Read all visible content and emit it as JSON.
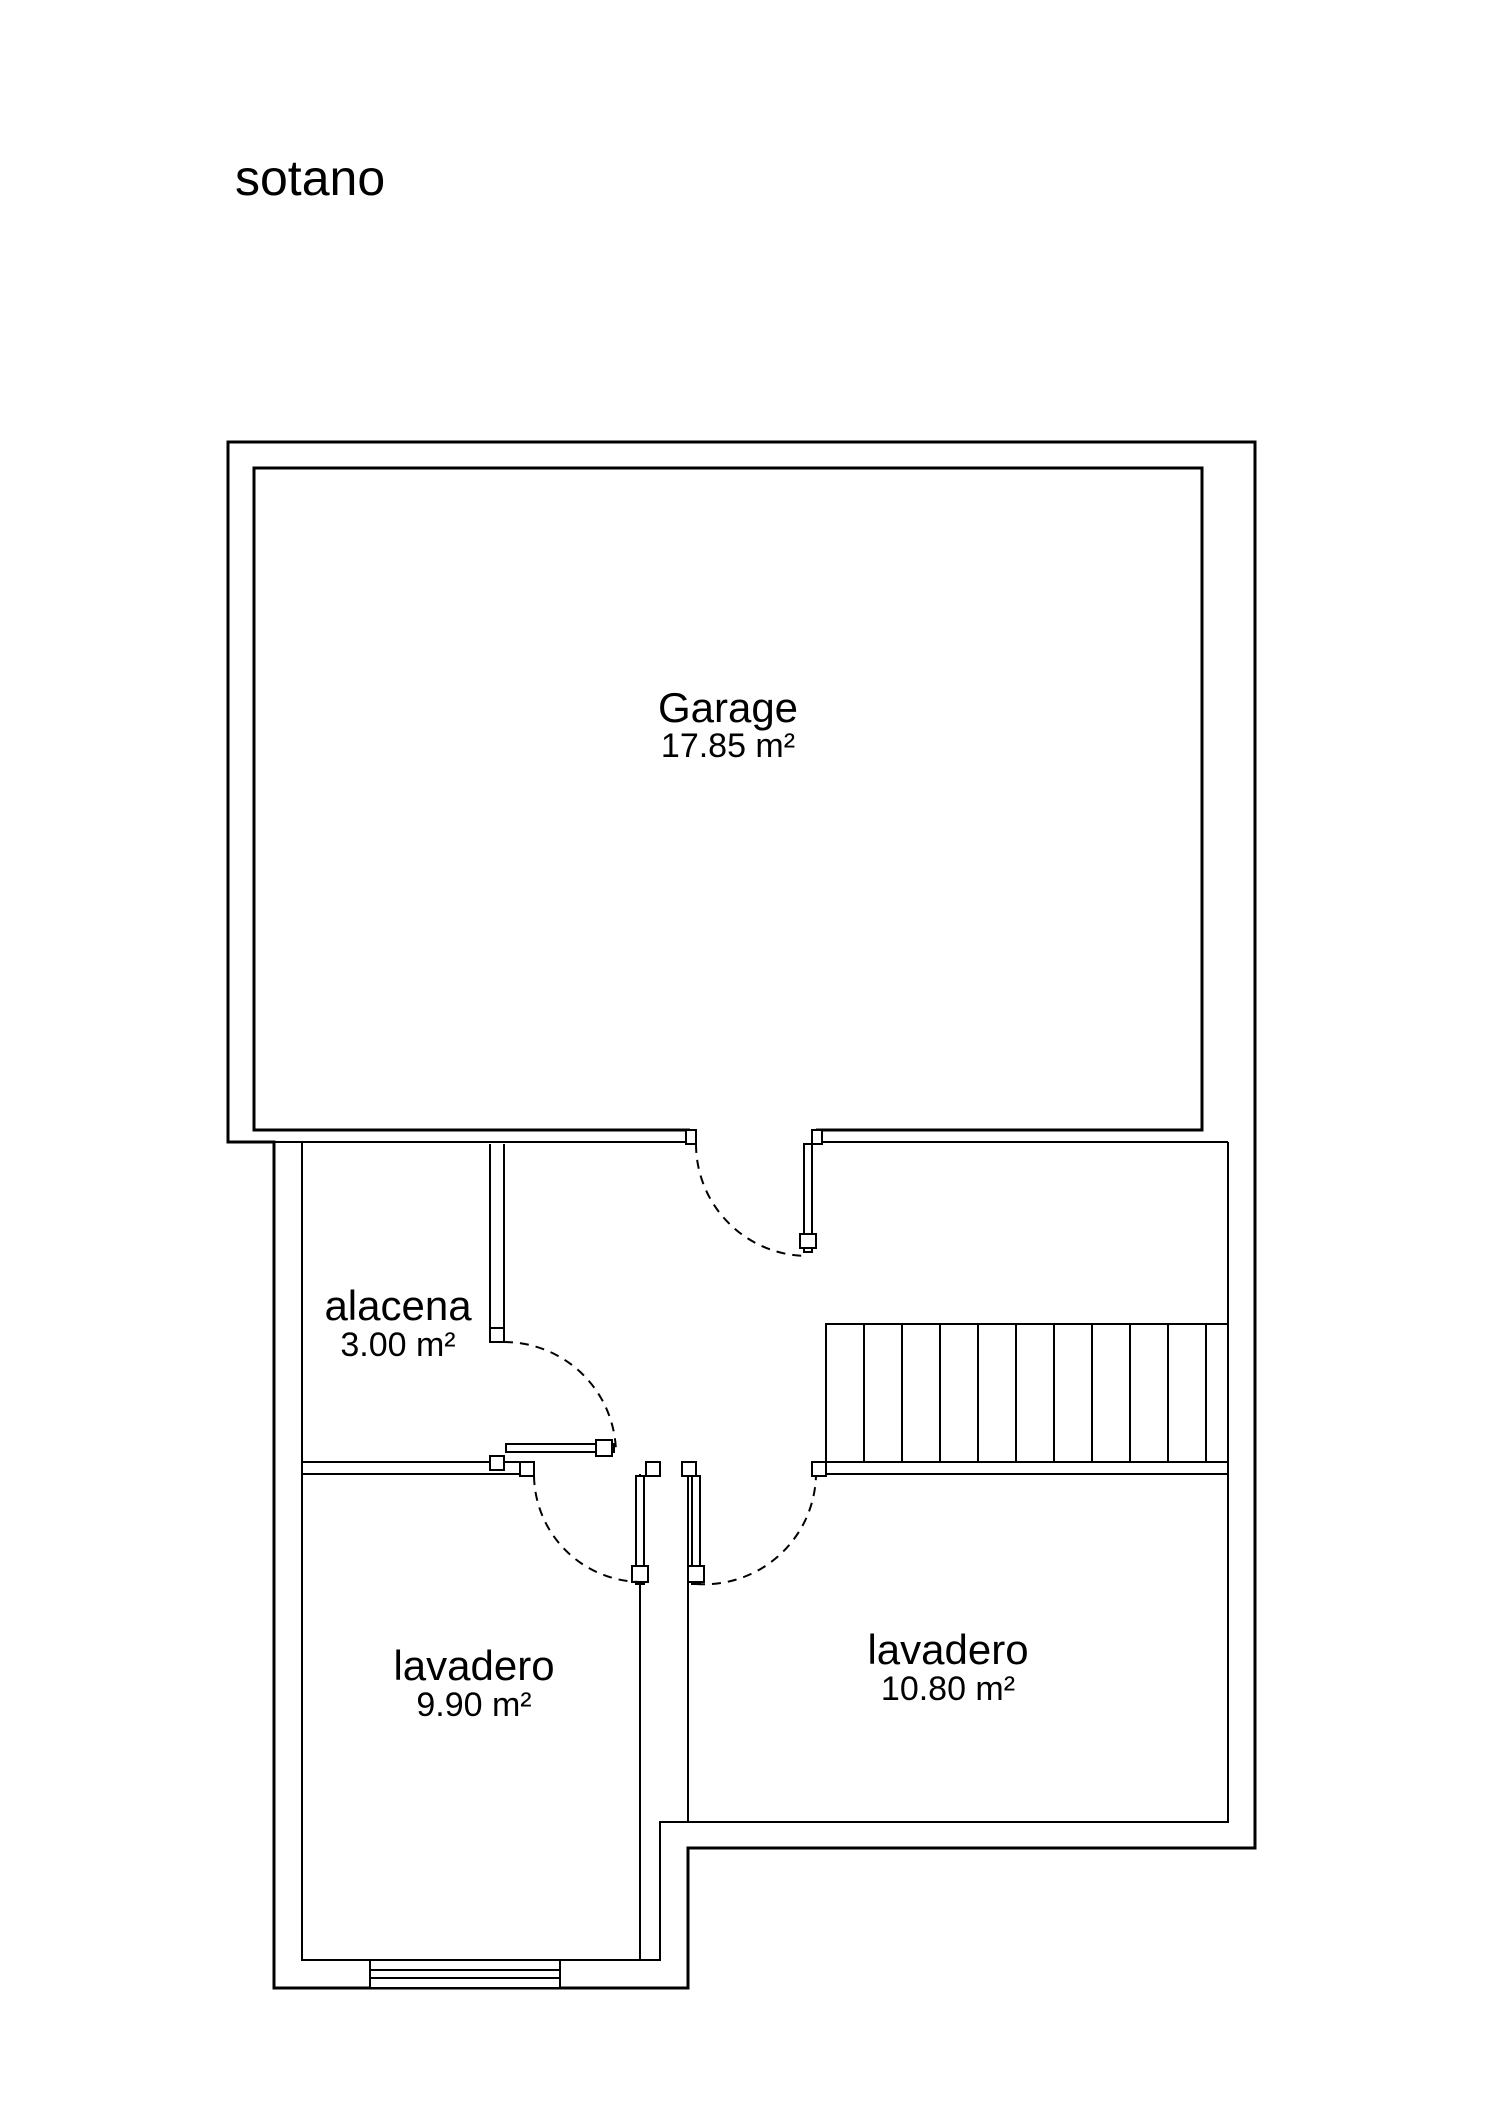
{
  "plan": {
    "title": "sotano"
  },
  "rooms": {
    "garage": {
      "name": "Garage",
      "area": "17.85 m²"
    },
    "alacena": {
      "name": "alacena",
      "area": "3.00 m²"
    },
    "lavadero_left": {
      "name": "lavadero",
      "area": "9.90 m²"
    },
    "lavadero_right": {
      "name": "lavadero",
      "area": "10.80 m²"
    }
  }
}
